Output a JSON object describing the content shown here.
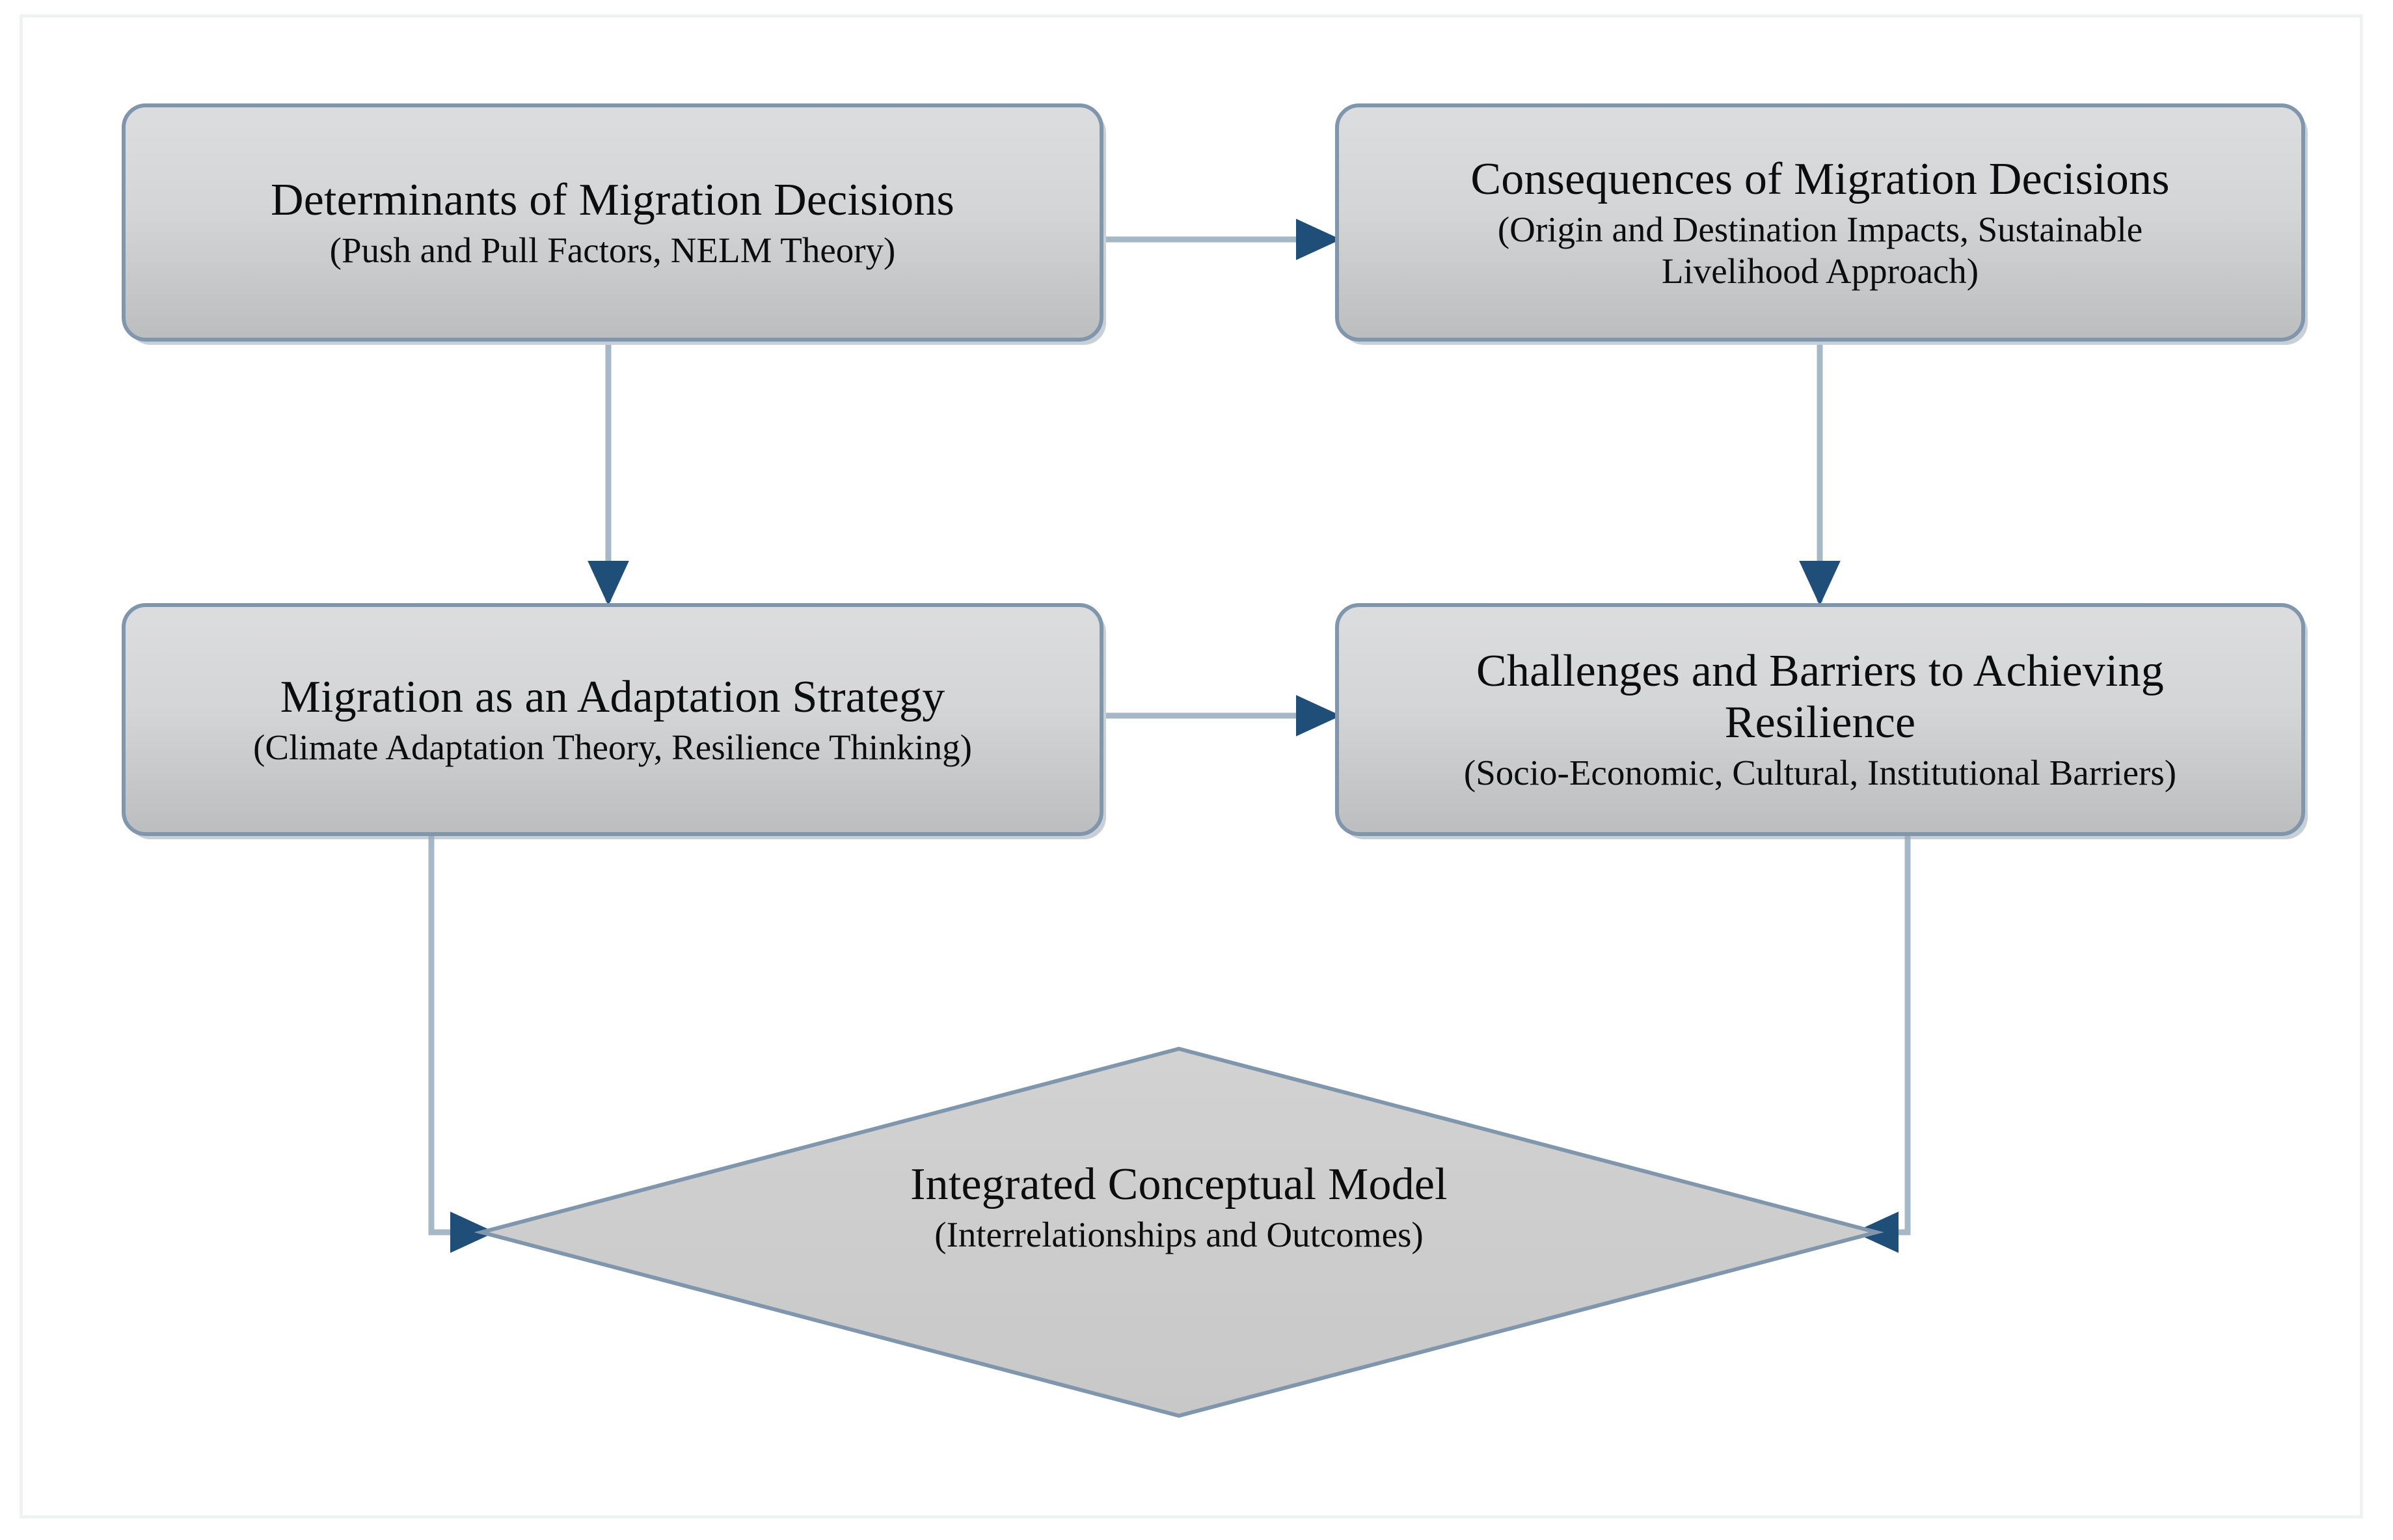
{
  "figure": {
    "type": "flowchart",
    "background_color": "#ffffff",
    "frame_color": "#f0f1f2",
    "shape_fill_top": "#d9d9d9",
    "shape_fill_bottom": "#bfbfbf",
    "shape_border_color": "#7f96ad",
    "connector_line_color": "#a6b7c6",
    "arrowhead_color": "#1f4e79",
    "text_color": "#0d0d0d"
  },
  "nodes": [
    {
      "id": "determinants",
      "shape": "rounded-rectangle",
      "title": "Determinants of Migration Decisions",
      "subtitle": "(Push and Pull Factors, NELM Theory)"
    },
    {
      "id": "consequences",
      "shape": "rounded-rectangle",
      "title": "Consequences of Migration Decisions",
      "subtitle": "(Origin and Destination Impacts, Sustainable\nLivelihood Approach)"
    },
    {
      "id": "adaptation",
      "shape": "rounded-rectangle",
      "title": "Migration as an Adaptation Strategy",
      "subtitle": "(Climate Adaptation Theory, Resilience Thinking)"
    },
    {
      "id": "challenges",
      "shape": "rounded-rectangle",
      "title": "Challenges and Barriers to Achieving\nResilience",
      "subtitle": "(Socio-Economic, Cultural, Institutional Barriers)"
    },
    {
      "id": "integrated",
      "shape": "diamond",
      "title": "Integrated Conceptual Model",
      "subtitle": "(Interrelationships and Outcomes)"
    }
  ],
  "edges": [
    {
      "id": "e1",
      "from": "determinants",
      "to": "consequences",
      "style": "straight-horizontal",
      "direction": "right"
    },
    {
      "id": "e2",
      "from": "determinants",
      "to": "adaptation",
      "style": "straight-vertical",
      "direction": "down"
    },
    {
      "id": "e3",
      "from": "consequences",
      "to": "challenges",
      "style": "straight-vertical",
      "direction": "down"
    },
    {
      "id": "e4",
      "from": "adaptation",
      "to": "challenges",
      "style": "straight-horizontal",
      "direction": "right"
    },
    {
      "id": "e5",
      "from": "adaptation",
      "to": "integrated",
      "style": "elbow",
      "direction": "down-right"
    },
    {
      "id": "e6",
      "from": "challenges",
      "to": "integrated",
      "style": "elbow",
      "direction": "down-left"
    }
  ]
}
